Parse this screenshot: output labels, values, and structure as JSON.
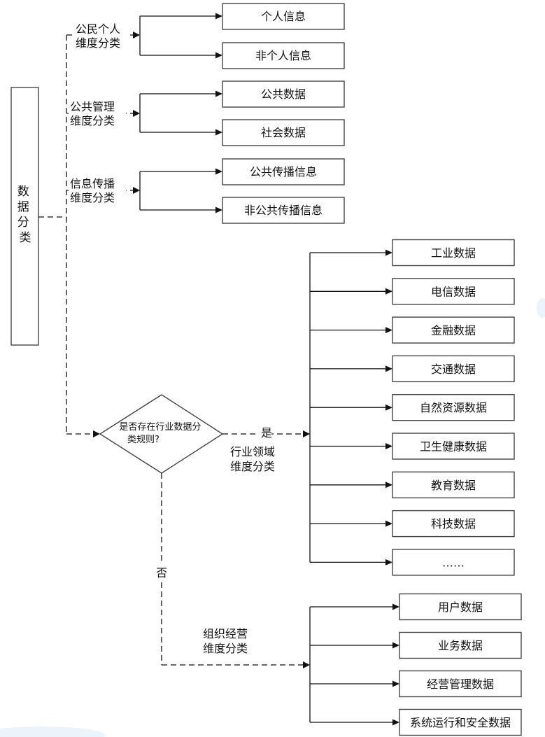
{
  "root": {
    "label": "数据分类"
  },
  "dimensions": [
    {
      "label_lines": [
        "公民个人",
        "维度分类"
      ],
      "items": [
        "个人信息",
        "非个人信息"
      ]
    },
    {
      "label_lines": [
        "公共管理",
        "维度分类"
      ],
      "items": [
        "公共数据",
        "社会数据"
      ]
    },
    {
      "label_lines": [
        "信息传播",
        "维度分类"
      ],
      "items": [
        "公共传播信息",
        "非公共传播信息"
      ]
    }
  ],
  "decision": {
    "question_lines": [
      "是否存在行业数据分",
      "类规则?"
    ],
    "yes_label": "是",
    "no_label": "否"
  },
  "industry": {
    "label_lines": [
      "行业领域",
      "维度分类"
    ],
    "items": [
      "工业数据",
      "电信数据",
      "金融数据",
      "交通数据",
      "自然资源数据",
      "卫生健康数据",
      "教育数据",
      "科技数据",
      "……"
    ]
  },
  "organization": {
    "label_lines": [
      "组织经营",
      "维度分类"
    ],
    "items": [
      "用户数据",
      "业务数据",
      "经营管理数据",
      "系统运行和安全数据"
    ]
  },
  "colors": {
    "line": "#111111",
    "box_border": "#444444",
    "glow": "#dbe9f7"
  }
}
